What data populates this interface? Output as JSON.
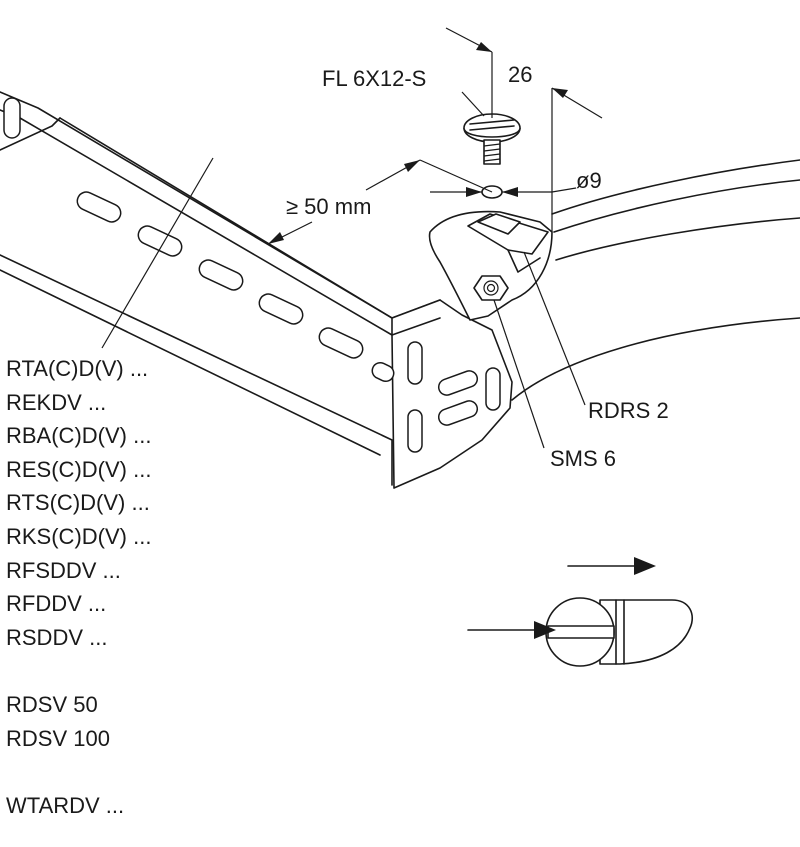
{
  "callouts": {
    "screw": "FL 6X12-S",
    "dim_26": "26",
    "dim_9": "ø9",
    "distance": "≥ 50 mm",
    "rdrs": "RDRS 2",
    "sms": "SMS 6"
  },
  "part_numbers": [
    "RTA(C)D(V) ...",
    "REKDV ...",
    "RBA(C)D(V) ...",
    "RES(C)D(V) ...",
    "RTS(C)D(V) ...",
    "RKS(C)D(V) ...",
    "RFSDDV ...",
    "RFDDV ...",
    "RSDDV ...",
    "",
    "RDSV 50",
    "RDSV 100",
    "",
    "WTARDV ..."
  ]
}
